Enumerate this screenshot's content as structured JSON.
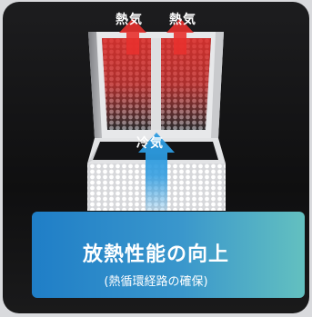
{
  "labels": {
    "hot_left": "熱気",
    "hot_right": "熱気",
    "cold": "冷気"
  },
  "banner": {
    "title": "放熱性能の向上",
    "subtitle": "(熱循環経路の確保)"
  },
  "colors": {
    "hot_arrow": "#e8312d",
    "cold_arrow": "#2c9be0",
    "banner_start": "#1f7ec7",
    "banner_end": "#63c0c0"
  }
}
